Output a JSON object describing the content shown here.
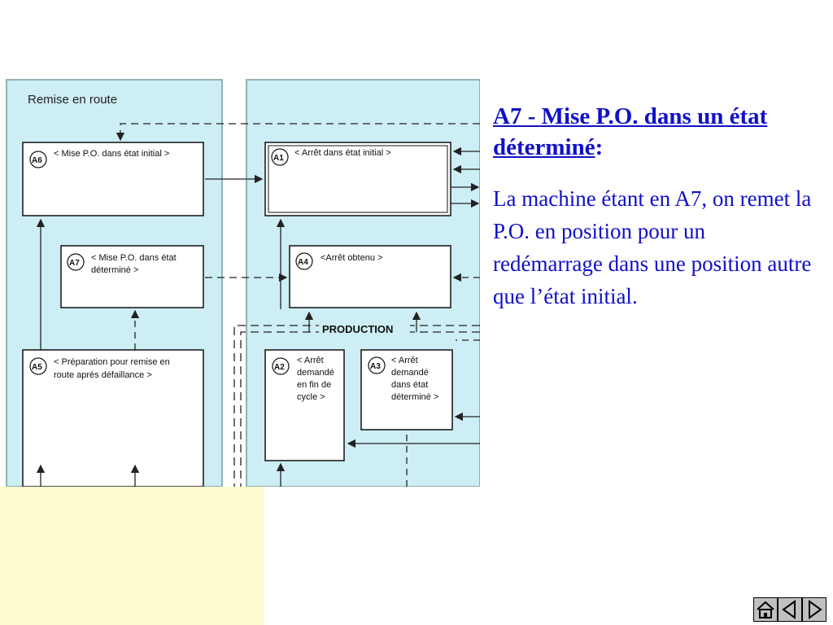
{
  "diagram": {
    "panel_left_title": "Remise en route",
    "production_label": "PRODUCTION",
    "boxes": [
      {
        "id": "A6",
        "text": [
          "< Mise P.O. dans état initial >"
        ]
      },
      {
        "id": "A7",
        "text": [
          "< Mise P.O. dans état",
          "déterminé >"
        ]
      },
      {
        "id": "A5",
        "text": [
          "< Préparation pour remise en",
          "route après défaillance >"
        ]
      },
      {
        "id": "A1",
        "text": [
          "< Arrêt dans état initial >"
        ]
      },
      {
        "id": "A4",
        "text": [
          "<Arrêt obtenu >"
        ]
      },
      {
        "id": "A2",
        "text": [
          "< Arrêt",
          "demandé",
          "en fin de",
          "cycle >"
        ]
      },
      {
        "id": "A3",
        "text": [
          "< Arrêt",
          "demandé",
          "dans état",
          "déterminé >"
        ]
      }
    ]
  },
  "slide": {
    "title_main": "A7 - Mise P.O. dans un état déterminé",
    "title_colon": ":",
    "body": "La machine étant en A7, on remet la P.O. en position pour un redémarrage dans une position autre que l’état initial."
  },
  "nav": {
    "home_icon": "home-icon",
    "prev_icon": "prev-arrow-icon",
    "next_icon": "next-arrow-icon"
  },
  "colors": {
    "text_blue": "#1010c8",
    "panel_cyan": "#cdeef4",
    "yellow_panel": "#fdfbcf"
  }
}
